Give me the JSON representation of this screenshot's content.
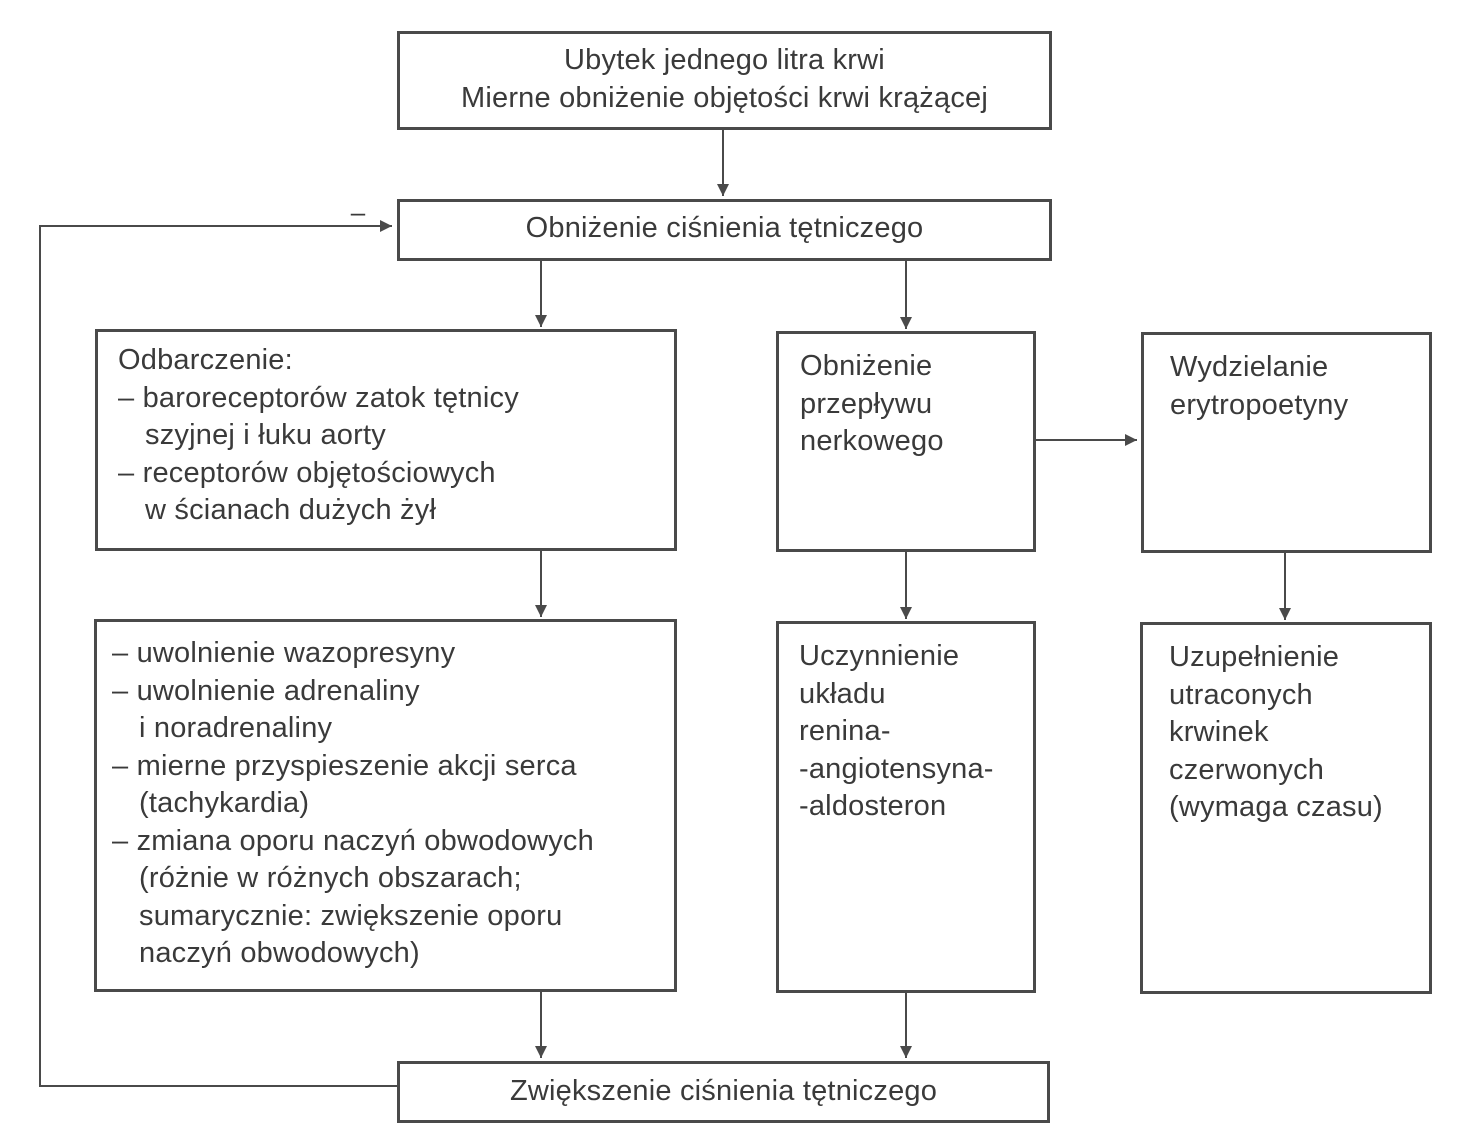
{
  "boxes": {
    "top": {
      "lines": [
        "Ubytek jednego litra krwi",
        "Mierne obniżenie objętości krwi krążącej"
      ]
    },
    "pressure_drop": {
      "label": "Obniżenie ciśnienia tętniczego"
    },
    "unloading": {
      "lines": [
        "Odbarczenie:",
        "– baroreceptorów zatok tętnicy",
        "szyjnej i łuku aorty",
        "– receptorów objętościowych",
        "w ścianach dużych żył"
      ]
    },
    "renal_flow": {
      "lines": [
        "Obniżenie",
        "przepływu",
        "nerkowego"
      ]
    },
    "erythropoietin": {
      "lines": [
        "Wydzielanie",
        "erytropoetyny"
      ]
    },
    "effects": {
      "lines": [
        "– uwolnienie wazopresyny",
        "– uwolnienie adrenaliny",
        "i noradrenaliny",
        "– mierne przyspieszenie akcji serca",
        "(tachykardia)",
        "– zmiana oporu naczyń obwodowych",
        "(różnie w różnych obszarach;",
        "sumarycznie: zwiększenie oporu",
        "naczyń obwodowych)"
      ]
    },
    "raas": {
      "lines": [
        "Uczynnienie",
        "układu",
        "renina-",
        "-angiotensyna-",
        "-aldosteron"
      ]
    },
    "replenish": {
      "lines": [
        "Uzupełnienie",
        "utraconych",
        "krwinek",
        "czerwonych",
        "(wymaga czasu)"
      ]
    },
    "pressure_rise": {
      "label": "Zwiększenie ciśnienia tętniczego"
    }
  },
  "feedback_sign": "–",
  "colors": {
    "line": "#4a4a4a",
    "text": "#3a3a3a",
    "background": "#ffffff"
  }
}
